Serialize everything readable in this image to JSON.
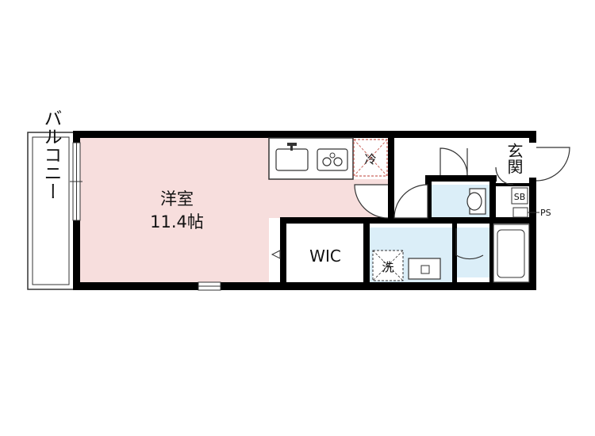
{
  "rooms": {
    "western_room": {
      "name": "洋室",
      "size": "11.4帖"
    },
    "walk_in_closet": {
      "name": "WIC"
    },
    "balcony": {
      "name": "バルコニー"
    },
    "entrance": {
      "name": "玄関"
    }
  },
  "fixtures": {
    "refrigerator_label": "冷",
    "washer_label": "洗",
    "breaker_label": "SB",
    "pipe_shaft_label": "PS"
  },
  "colors": {
    "western_room": "#f7dedd",
    "wet_area": "#dbeef8",
    "wall": "#000000",
    "outline": "#333333",
    "dashed_marker": "#c9665e"
  }
}
